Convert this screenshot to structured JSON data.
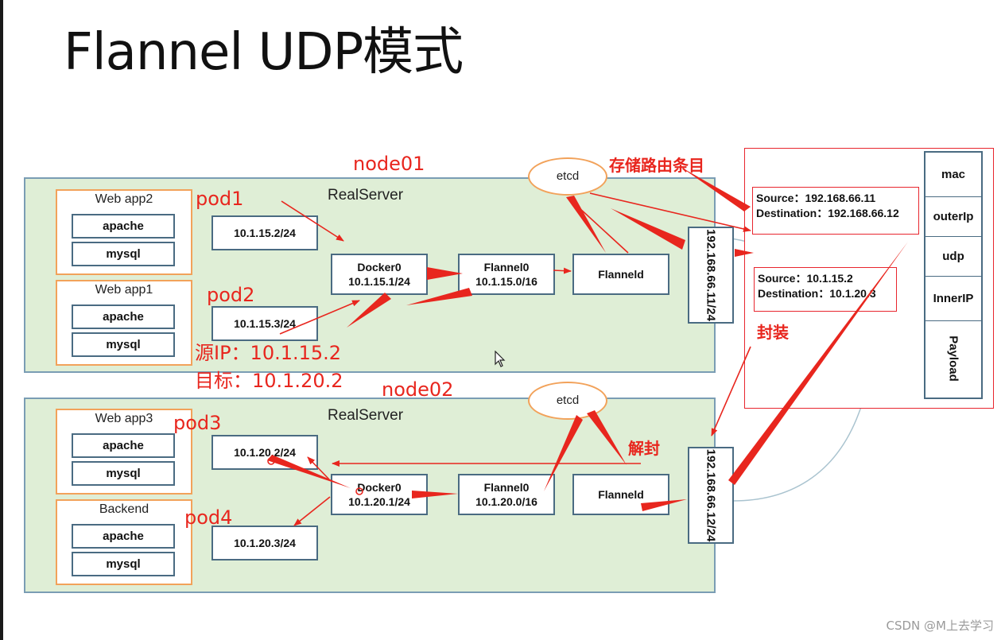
{
  "title": "Flannel UDP模式",
  "node01": {
    "label": "node01",
    "realserver": "RealServer",
    "apps": [
      {
        "name": "Web app2",
        "services": [
          "apache",
          "mysql"
        ]
      },
      {
        "name": "Web app1",
        "services": [
          "apache",
          "mysql"
        ]
      }
    ],
    "pods": [
      "10.1.15.2/24",
      "10.1.15.3/24"
    ],
    "docker0": {
      "name": "Docker0",
      "ip": "10.1.15.1/24"
    },
    "flannel0": {
      "name": "Flannel0",
      "ip": "10.1.15.0/16"
    },
    "flanneld": "Flanneld",
    "etcd": "etcd",
    "nic": "192.168.66.11/24"
  },
  "node02": {
    "label": "node02",
    "realserver": "RealServer",
    "apps": [
      {
        "name": "Web app3",
        "services": [
          "apache",
          "mysql"
        ]
      },
      {
        "name": "Backend",
        "services": [
          "apache",
          "mysql"
        ]
      }
    ],
    "pods": [
      "10.1.20.2/24",
      "10.1.20.3/24"
    ],
    "docker0": {
      "name": "Docker0",
      "ip": "10.1.20.1/24"
    },
    "flannel0": {
      "name": "Flannel0",
      "ip": "10.1.20.0/16"
    },
    "flanneld": "Flanneld",
    "etcd": "etcd",
    "nic": "192.168.66.12/24"
  },
  "annotations": {
    "pod1": "pod1",
    "pod2": "pod2",
    "pod3": "pod3",
    "pod4": "pod4",
    "src_ip": "源IP：10.1.15.2",
    "target": "目标：10.1.20.2",
    "store_route": "存储路由条目",
    "encapsulate": "封装",
    "decapsulate": "解封"
  },
  "packet": {
    "outer": {
      "source": "Source：192.168.66.11",
      "destination": "Destination：192.168.66.12"
    },
    "inner": {
      "source": "Source：10.1.15.2",
      "destination": "Destination：10.1.20.3"
    },
    "layers": [
      "mac",
      "outerIp",
      "udp",
      "InnerIP",
      "Payload"
    ]
  },
  "footer": "CSDN @M上去学习",
  "colors": {
    "annotation": "#e8261e",
    "node_bg": "#dfeed6",
    "app_border": "#f2a25a",
    "box_border": "#4a6b82"
  }
}
